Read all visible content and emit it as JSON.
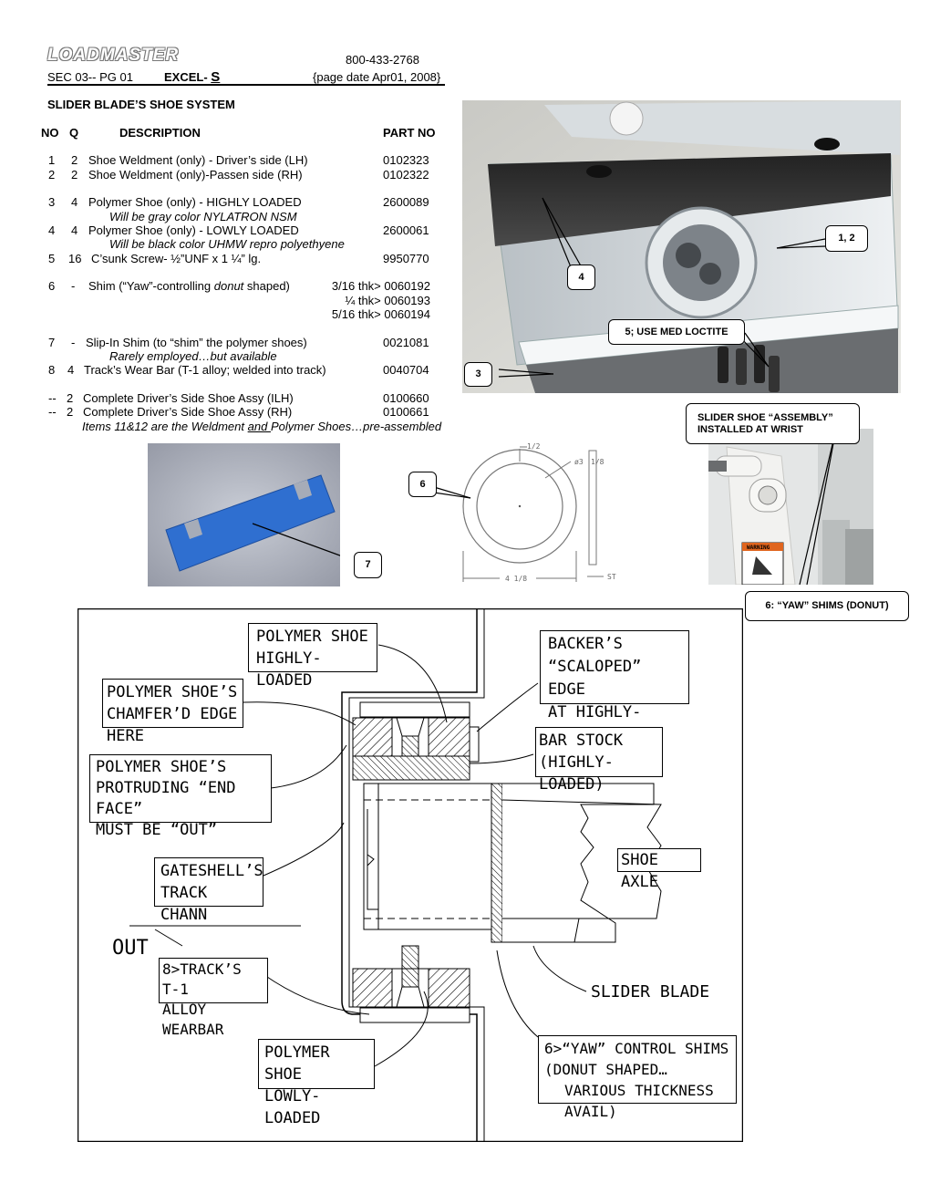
{
  "header": {
    "logo": "LOADMASTER",
    "phone": "800-433-2768",
    "section": "SEC 03-- PG 01",
    "excel_prefix": "EXCEL-",
    "excel_letter": "S",
    "page_date": "{page date Apr01, 2008}"
  },
  "title": "SLIDER BLADE’S SHOE SYSTEM",
  "table": {
    "col_no": "NO",
    "col_q": "Q",
    "col_desc": "DESCRIPTION",
    "col_part": "PART NO",
    "rows": [
      {
        "no": "1",
        "q": "2",
        "desc": "Shoe Weldment (only) - Driver’s side (LH)",
        "part": "0102323"
      },
      {
        "no": "2",
        "q": "2",
        "desc": "Shoe Weldment (only)-Passen side (RH)",
        "part": "0102322"
      },
      {
        "no": "3",
        "q": "4",
        "desc": "Polymer Shoe (only) - HIGHLY LOADED",
        "part": "2600089",
        "note": "Will be gray color NYLATRON NSM"
      },
      {
        "no": "4",
        "q": "4",
        "desc": "Polymer Shoe (only) - LOWLY LOADED",
        "part": "2600061",
        "note": "Will be black color UHMW repro polyethyene"
      },
      {
        "no": "5",
        "q": "16",
        "desc": "C’sunk Screw- ½”UNF x 1 ¼” lg.",
        "part": "9950770"
      },
      {
        "no": "6",
        "q": "-",
        "desc_pre": "Shim (“Yaw”-controlling ",
        "desc_ital": "donut",
        "desc_post": " shaped)",
        "thk": [
          "3/16 thk> 0060192",
          "¼ thk> 0060193",
          "5/16 thk> 0060194"
        ]
      },
      {
        "no": "7",
        "q": "-",
        "desc": "Slip-In Shim (to “shim” the polymer shoes)",
        "part": "0021081",
        "note": "Rarely employed…but available"
      },
      {
        "no": "8",
        "q": "4",
        "desc": "Track’s Wear Bar (T-1 alloy; welded into track)",
        "part": "0040704"
      },
      {
        "no": "--",
        "q": "2",
        "desc": "Complete Driver’s Side Shoe Assy (ILH)",
        "part": "0100660"
      },
      {
        "no": "--",
        "q": "2",
        "desc": "Complete Driver’s Side Shoe Assy (RH)",
        "part": "0100661"
      }
    ],
    "footnote_pre": "Items 11&12 are the Weldment ",
    "footnote_und": "and ",
    "footnote_post": "Polymer Shoes…pre-assembled"
  },
  "callouts": {
    "c12": "1, 2",
    "c4": "4",
    "c5": "5; USE MED LOCTITE",
    "c3": "3",
    "c6": "6",
    "c7": "7",
    "assembly": "SLIDER SHOE “ASSEMBLY” INSTALLED AT WRIST",
    "yaw": "6: “YAW” SHIMS (DONUT)"
  },
  "donut_drawing": {
    "top": "1/2",
    "dia": "ø3",
    "side": "1/8",
    "width": "4 1/8",
    "st": "ST"
  },
  "warning": "WARNING",
  "diagram": {
    "poly_high": [
      "POLYMER SHOE",
      "HIGHLY-LOADED"
    ],
    "chamfer": [
      "POLYMER SHOE’S",
      "CHAMFER’D EDGE HERE"
    ],
    "protrude": [
      "POLYMER SHOE’S",
      "PROTRUDING “END FACE”",
      "MUST BE “OUT”"
    ],
    "gateshell": [
      "GATESHELL’S",
      "TRACK CHANN"
    ],
    "out": "OUT",
    "wearbar": [
      "8>TRACK’S T-1",
      "ALLOY WEARBAR"
    ],
    "poly_low": [
      "POLYMER SHOE",
      "LOWLY-LOADED"
    ],
    "backer": [
      "BACKER’S",
      "“SCALOPED” EDGE",
      "AT HIGHLY-LOADED"
    ],
    "barstock": [
      "BAR STOCK",
      "(HIGHLY-LOADED)"
    ],
    "axle": "SHOE AXLE",
    "blade": "SLIDER BLADE",
    "yaw": [
      "6>“YAW” CONTROL SHIMS",
      "(DONUT SHAPED…",
      "VARIOUS THICKNESS AVAIL)"
    ]
  }
}
